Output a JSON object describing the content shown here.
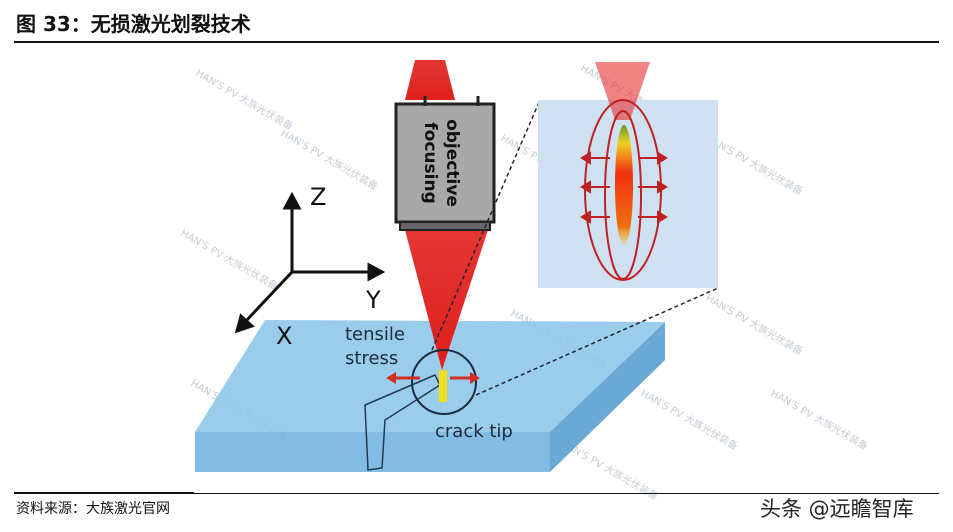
{
  "header": {
    "title": "图 33：无损激光划裂技术"
  },
  "figure": {
    "objective_label_1": "focusing",
    "objective_label_2": "objective",
    "axis_z": "Z",
    "axis_y": "Y",
    "axis_x": "X",
    "tensile_1": "tensile",
    "tensile_2": "stress",
    "crack_tip": "crack tip",
    "watermark": "HAN'S PV 大族光伏装备"
  },
  "footer": {
    "source": "资料来源：大族激光官网",
    "credit": "头条 @远瞻智库"
  }
}
